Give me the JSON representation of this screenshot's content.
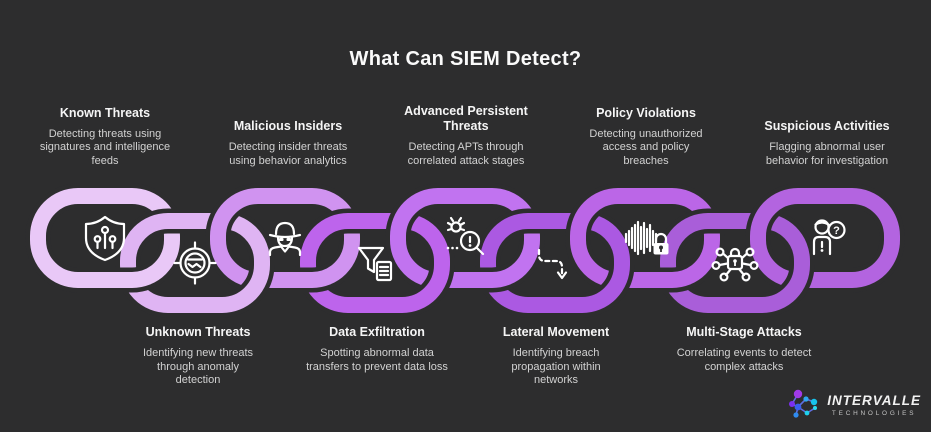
{
  "title": "What Can SIEM Detect?",
  "chain": {
    "colors": [
      "#e9c8f7",
      "#dfb4f3",
      "#d093f0",
      "#bd64ec",
      "#c173f0",
      "#ab59e2",
      "#bb66e7",
      "#a95ed9",
      "#b364e0"
    ]
  },
  "items": [
    {
      "label": "Known Threats",
      "description": "Detecting threats using signatures and intelligence feeds",
      "row": "top",
      "icon": "shield-circuit-icon"
    },
    {
      "label": "Unknown Threats",
      "description": "Identifying new threats through anomaly detection",
      "row": "bottom",
      "icon": "spy-crosshair-icon"
    },
    {
      "label": "Malicious Insiders",
      "description": "Detecting insider threats using behavior analytics",
      "row": "top",
      "icon": "spy-hat-icon"
    },
    {
      "label": "Data Exfiltration",
      "description": "Spotting abnormal data transfers to prevent data loss",
      "row": "bottom",
      "icon": "funnel-document-icon"
    },
    {
      "label": "Advanced Persistent Threats",
      "description": "Detecting APTs through correlated attack stages",
      "row": "top",
      "icon": "bug-magnifier-icon"
    },
    {
      "label": "Lateral Movement",
      "description": "Identifying breach propagation within networks",
      "row": "bottom",
      "icon": "dashed-arrow-icon"
    },
    {
      "label": "Policy Violations",
      "description": "Detecting unauthorized access and policy breaches",
      "row": "top",
      "icon": "waveform-lock-icon"
    },
    {
      "label": "Multi-Stage Attacks",
      "description": "Correlating events to detect complex attacks",
      "row": "bottom",
      "icon": "network-lock-icon"
    },
    {
      "label": "Suspicious Activities",
      "description": "Flagging abnormal user behavior for investigation",
      "row": "top",
      "icon": "user-question-icon"
    }
  ],
  "colors": {
    "background": "#2d2d2e",
    "title": "#fafafa",
    "heading": "#f5f5f5",
    "body_text": "#d2d2d2",
    "icon": "#ffffff"
  },
  "logo": {
    "brand": "INTERVALLE",
    "subtitle": "TECHNOLOGIES"
  }
}
